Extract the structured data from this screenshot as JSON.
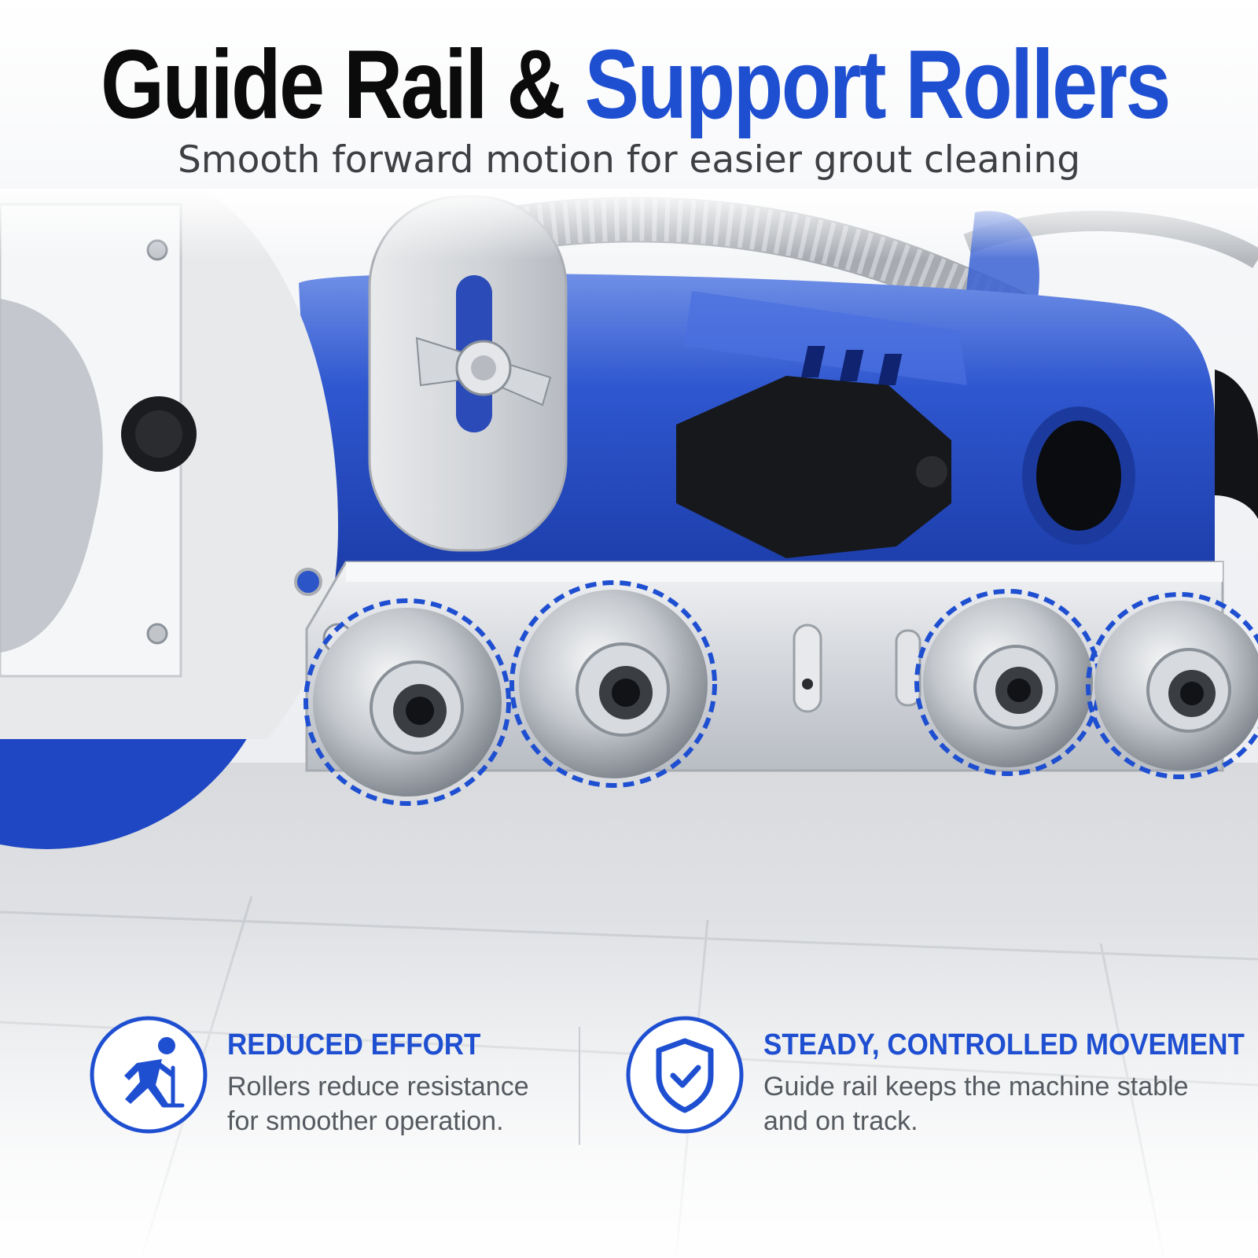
{
  "headline": {
    "part1": "Guide Rail & ",
    "part2": "Support Rollers",
    "subtitle": "Smooth forward motion for easier grout cleaning"
  },
  "colors": {
    "accent": "#1f4fd1",
    "headline_dark": "#0b0b0b",
    "machine_blue": "#2b54c9",
    "text_gray": "#555a60"
  },
  "features": [
    {
      "icon": "person-pushing-icon",
      "title": "REDUCED EFFORT",
      "desc_line1": "Rollers reduce resistance",
      "desc_line2": "for smoother operation."
    },
    {
      "icon": "shield-check-icon",
      "title": "STEADY, CONTROLLED MOVEMENT",
      "desc_line1": "Guide rail keeps the machine stable",
      "desc_line2": "and on track."
    }
  ]
}
